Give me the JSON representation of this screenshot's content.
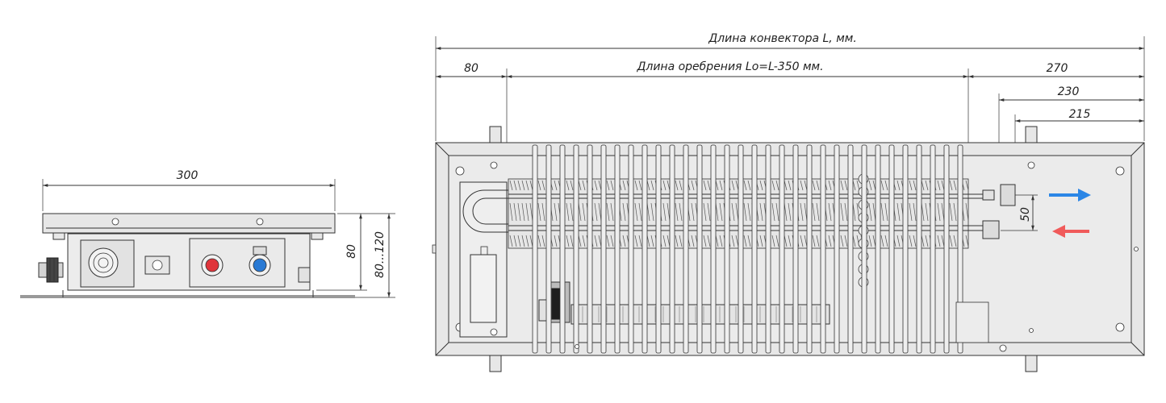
{
  "side_view": {
    "width_dim": "300",
    "height_dim": "80",
    "height_range_dim": "80...120",
    "supply_color": "#e0353b",
    "return_color": "#2a7ad4"
  },
  "top_view": {
    "total_length_dim": "Длина конвектора L, мм.",
    "left_offset_dim": "80",
    "fin_length_dim": "Длина оребрения Lo=L-350 мм.",
    "right_offset_dim": "270",
    "pipe_offset_1_dim": "230",
    "pipe_offset_2_dim": "215",
    "pipe_spacing_dim": "50",
    "flow_out_arrow_color": "#2b86e6",
    "flow_in_arrow_color": "#f05a5a"
  }
}
